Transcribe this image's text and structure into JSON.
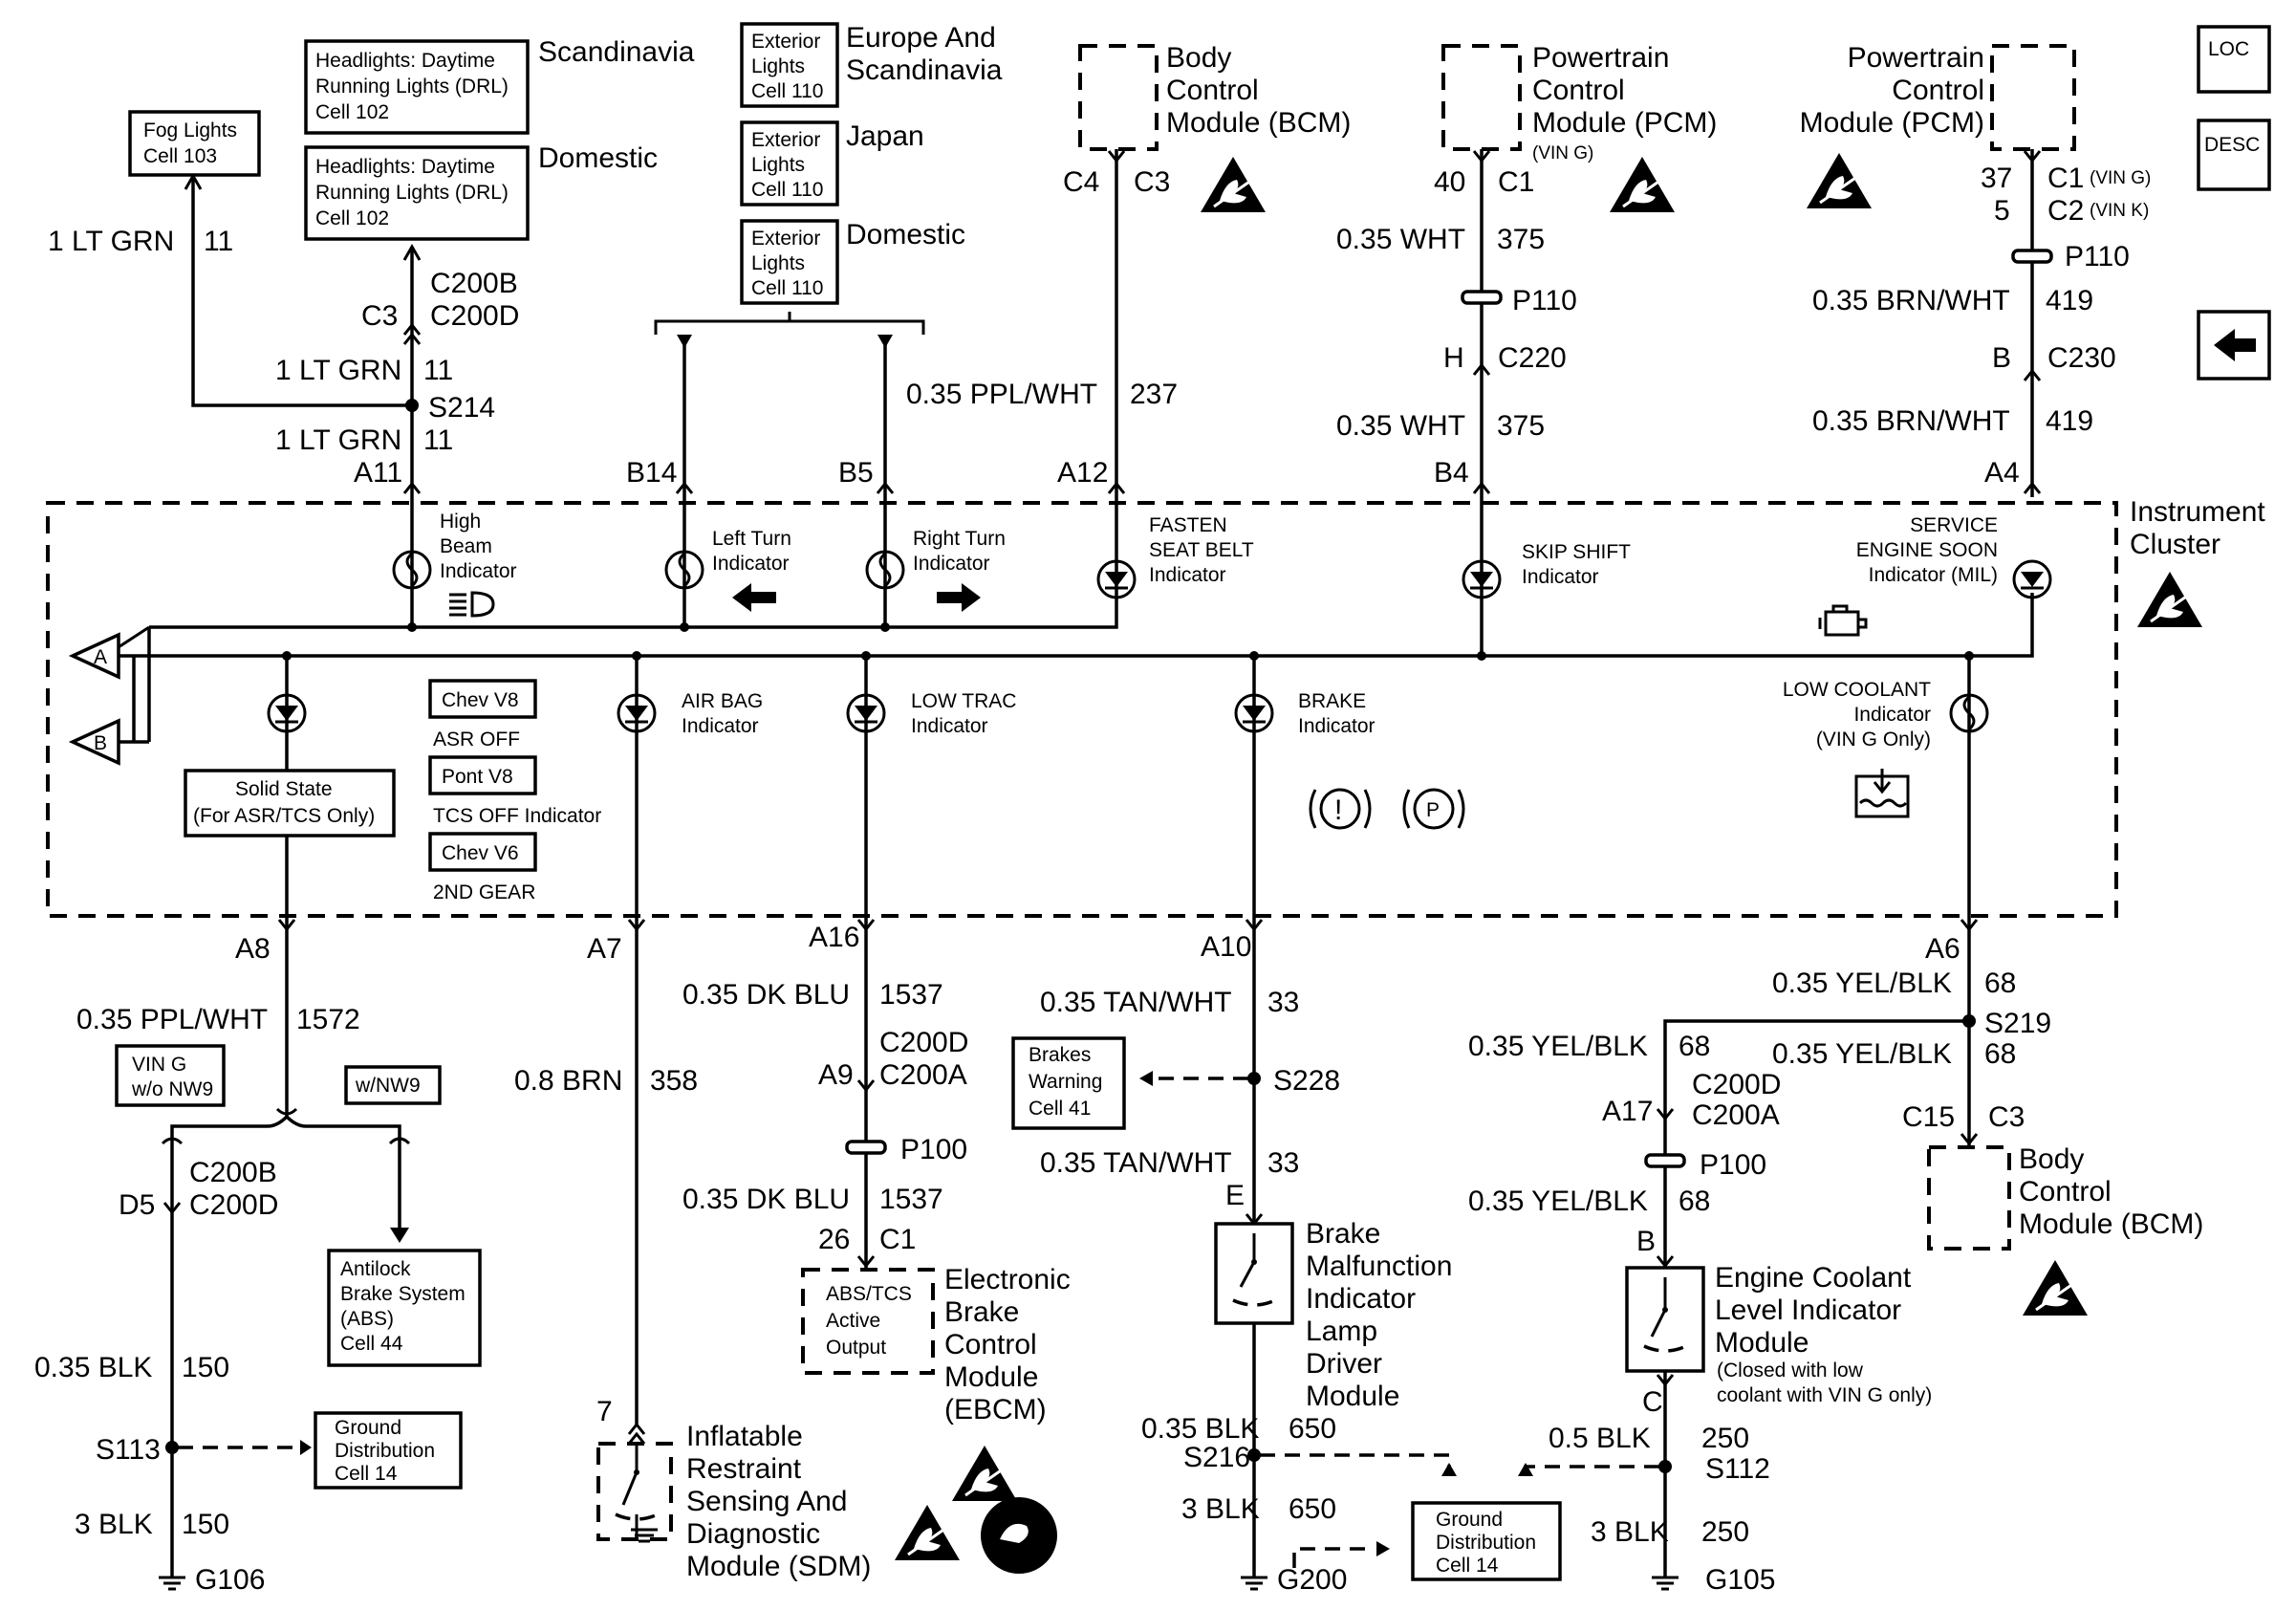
{
  "references": {
    "fog_lights": [
      "Fog Lights",
      "Cell 103"
    ],
    "drl_scandinavia": [
      "Headlights: Daytime",
      "Running Lights (DRL)",
      "Cell 102"
    ],
    "drl_domestic": [
      "Headlights: Daytime",
      "Running Lights (DRL)",
      "Cell 102"
    ],
    "ext_europe": [
      "Exterior",
      "Lights",
      "Cell 110"
    ],
    "ext_japan": [
      "Exterior",
      "Lights",
      "Cell 110"
    ],
    "ext_domestic": [
      "Exterior",
      "Lights",
      "Cell 110"
    ],
    "brakes_warning": [
      "Brakes",
      "Warning",
      "Cell 41"
    ],
    "abs": [
      "Antilock",
      "Brake System",
      "(ABS)",
      "Cell 44"
    ],
    "ground_left": [
      "Ground",
      "Distribution",
      "Cell 14"
    ],
    "ground_right": [
      "Ground",
      "Distribution",
      "Cell 14"
    ]
  },
  "region_labels": {
    "scandinavia": "Scandinavia",
    "domestic_drl": "Domestic",
    "europe_1": "Europe And",
    "europe_2": "Scandinavia",
    "japan": "Japan",
    "domestic_ext": "Domestic"
  },
  "modules": {
    "bcm_top": [
      "Body",
      "Control",
      "Module (BCM)"
    ],
    "pcm_vin_g": [
      "Powertrain",
      "Control",
      "Module (PCM)"
    ],
    "pcm_vin_g_note": "(VIN G)",
    "pcm_right": [
      "Powertrain",
      "Control",
      "Module (PCM)"
    ],
    "instrument_cluster": [
      "Instrument",
      "Cluster"
    ],
    "bcm_bottom": [
      "Body",
      "Control",
      "Module (BCM)"
    ],
    "ebcm": [
      "Electronic",
      "Brake",
      "Control",
      "Module",
      "(EBCM)"
    ],
    "ebcm_internal": [
      "ABS/TCS",
      "Active",
      "Output"
    ],
    "sdm": [
      "Inflatable",
      "Restraint",
      "Sensing And",
      "Diagnostic",
      "Module (SDM)"
    ],
    "bmil": [
      "Brake",
      "Malfunction",
      "Indicator",
      "Lamp",
      "Driver",
      "Module"
    ],
    "coolant_module": [
      "Engine Coolant",
      "Level Indicator",
      "Module"
    ],
    "coolant_note": [
      "(Closed with low",
      "coolant with VIN G only)"
    ]
  },
  "indicators": {
    "high_beam": [
      "High",
      "Beam",
      "Indicator"
    ],
    "left_turn": [
      "Left Turn",
      "Indicator"
    ],
    "right_turn": [
      "Right Turn",
      "Indicator"
    ],
    "seat_belt": [
      "FASTEN",
      "SEAT BELT",
      "Indicator"
    ],
    "skip_shift": [
      "SKIP SHIFT",
      "Indicator"
    ],
    "mil": [
      "SERVICE",
      "ENGINE SOON",
      "Indicator (MIL)"
    ],
    "air_bag": [
      "AIR BAG",
      "Indicator"
    ],
    "low_trac": [
      "LOW TRAC",
      "Indicator"
    ],
    "brake": [
      "BRAKE",
      "Indicator"
    ],
    "low_coolant": [
      "LOW COOLANT",
      "Indicator",
      "(VIN G Only)"
    ],
    "solid_state": [
      "Solid State",
      "(For ASR/TCS Only)"
    ],
    "chev_v8": "Chev V8",
    "asr_off": "ASR OFF",
    "pont_v8": "Pont V8",
    "tcs_off": "TCS OFF Indicator",
    "chev_v6": "Chev V6",
    "second_gear": "2ND GEAR"
  },
  "option_boxes": {
    "vin_g_wo_nw9": [
      "VIN G",
      "w/o NW9"
    ],
    "w_nw9": "w/NW9"
  },
  "nav": {
    "loc": "LOC",
    "desc": "DESC"
  },
  "wires": {
    "hb_feed_top": {
      "gauge": "1 LT GRN",
      "circuit": "11"
    },
    "hb_feed_mid": {
      "gauge": "1 LT GRN",
      "circuit": "11"
    },
    "hb_feed_bot": {
      "gauge": "1 LT GRN",
      "circuit": "11"
    },
    "bcm_seatbelt": {
      "gauge": "0.35 PPL/WHT",
      "circuit": "237"
    },
    "pcm_g_top": {
      "gauge": "0.35 WHT",
      "circuit": "375"
    },
    "pcm_g_bot": {
      "gauge": "0.35 WHT",
      "circuit": "375"
    },
    "pcm_mil_top": {
      "gauge": "0.35 BRN/WHT",
      "circuit": "419"
    },
    "pcm_mil_bot": {
      "gauge": "0.35 BRN/WHT",
      "circuit": "419"
    },
    "ss_out": {
      "gauge": "0.35 PPL/WHT",
      "circuit": "1572"
    },
    "abs_gnd_top": {
      "gauge": "0.35 BLK",
      "circuit": "150"
    },
    "abs_gnd_bot": {
      "gauge": "3 BLK",
      "circuit": "150"
    },
    "airbag": {
      "gauge": "0.8 BRN",
      "circuit": "358"
    },
    "lowtrac_top": {
      "gauge": "0.35 DK BLU",
      "circuit": "1537"
    },
    "lowtrac_bot": {
      "gauge": "0.35 DK BLU",
      "circuit": "1537"
    },
    "brake_top": {
      "gauge": "0.35 TAN/WHT",
      "circuit": "33"
    },
    "brake_bot": {
      "gauge": "0.35 TAN/WHT",
      "circuit": "33"
    },
    "bmil_gnd_top": {
      "gauge": "0.35 BLK",
      "circuit": "650"
    },
    "bmil_gnd_bot": {
      "gauge": "3 BLK",
      "circuit": "650"
    },
    "coolant_top": {
      "gauge": "0.35 YEL/BLK",
      "circuit": "68"
    },
    "coolant_left_a": {
      "gauge": "0.35 YEL/BLK",
      "circuit": "68"
    },
    "coolant_right": {
      "gauge": "0.35 YEL/BLK",
      "circuit": "68"
    },
    "coolant_left_b": {
      "gauge": "0.35 YEL/BLK",
      "circuit": "68"
    },
    "coolant_gnd_top": {
      "gauge": "0.5 BLK",
      "circuit": "250"
    },
    "coolant_gnd_bot": {
      "gauge": "3 BLK",
      "circuit": "250"
    }
  },
  "connectors": {
    "c3": "C3",
    "c200b_1": "C200B",
    "c200d_1": "C200D",
    "a11": "A11",
    "b14": "B14",
    "b5": "B5",
    "a12": "A12",
    "b4": "B4",
    "a4": "A4",
    "bcm_c4": "C4",
    "bcm_c3": "C3",
    "pcm_40": "40",
    "pcm_c1": "C1",
    "h": "H",
    "c220": "C220",
    "p110_a": "P110",
    "pcm_37": "37",
    "pcm_5": "5",
    "pcm_c1_r": "C1",
    "pcm_c1_note": "(VIN G)",
    "pcm_c2_r": "C2",
    "pcm_c2_note": "(VIN K)",
    "p110_b": "P110",
    "b_c230": "B",
    "c230": "C230",
    "a8": "A8",
    "a7": "A7",
    "a16": "A16",
    "a10": "A10",
    "a6": "A6",
    "d5": "D5",
    "c200b_2": "C200B",
    "c200d_2": "C200D",
    "a9": "A9",
    "c200d_3": "C200D",
    "c200a_1": "C200A",
    "p100_a": "P100",
    "ebcm_26": "26",
    "ebcm_c1": "C1",
    "sdm_7": "7",
    "bmil_e": "E",
    "a17": "A17",
    "c200d_4": "C200D",
    "c200a_2": "C200A",
    "p100_b": "P100",
    "cool_b": "B",
    "cool_c": "C",
    "bcm_c15": "C15",
    "bcm_c3_b": "C3"
  },
  "splices": {
    "s214": "S214",
    "s113": "S113",
    "s228": "S228",
    "s216": "S216",
    "s219": "S219",
    "s112": "S112"
  },
  "grounds": {
    "g106": "G106",
    "g200": "G200",
    "g105": "G105"
  },
  "off_page": {
    "a": "A",
    "b": "B"
  },
  "symbols": {
    "brake_excl": "!",
    "brake_p": "P"
  }
}
